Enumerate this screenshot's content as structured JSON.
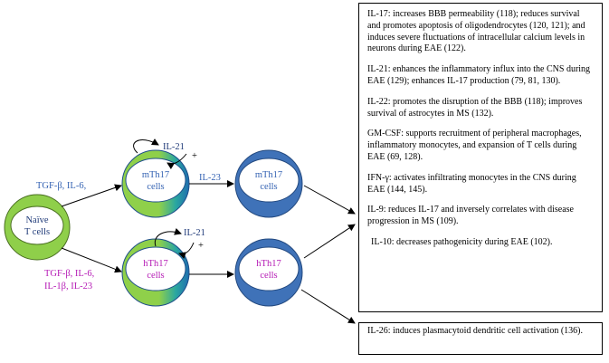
{
  "colors": {
    "blue_label": "#3563b3",
    "magenta_label": "#b51ab5",
    "navy_label": "#1f3a78",
    "green": "#8fcf4a",
    "cell_blue": "#3f72b8"
  },
  "cells": {
    "naive": {
      "line1": "Naïve",
      "line2": "T cells"
    },
    "mth17_left": {
      "line1": "mTh17",
      "line2": "cells"
    },
    "mth17_right": {
      "line1": "mTh17",
      "line2": "cells"
    },
    "hth17_left": {
      "line1": "hTh17",
      "line2": "cells"
    },
    "hth17_right": {
      "line1": "hTh17",
      "line2": "cells"
    }
  },
  "labels": {
    "tgf_top": "TGF-β, IL-6,",
    "tgf_bottom_line1": "TGF-β, IL-6,",
    "tgf_bottom_line2": "IL-1β, IL-23",
    "il23": "IL-23",
    "il21_top": "IL-21",
    "il21_bottom": "IL-21",
    "plus_top": "+",
    "plus_bottom": "+"
  },
  "effects_box": [
    "IL-17: increases BBB permeability (118); reduces survival and promotes apoptosis of oligodendrocytes (120, 121); and induces severe fluctuations of intracellular calcium levels in neurons during EAE (122).",
    "IL-21: enhances the inflammatory influx into the CNS during EAE (129); enhances IL-17 production (79, 81, 130).",
    "IL-22: promotes the disruption of the BBB (118); improves survival of astrocytes in MS (132).",
    "GM-CSF: supports recruitment of peripheral macrophages, inflammatory monocytes, and expansion of T cells during EAE (69, 128).",
    "IFN-γ: activates infiltrating monocytes in the CNS during EAE (144, 145).",
    "IL-9: reduces IL-17 and inversely correlates with disease progression in MS (109).",
    "IL-10: decreases pathogenicity during EAE (102)."
  ],
  "il26_box": "IL-26: induces plasmacytoid dendritic cell activation (136)."
}
